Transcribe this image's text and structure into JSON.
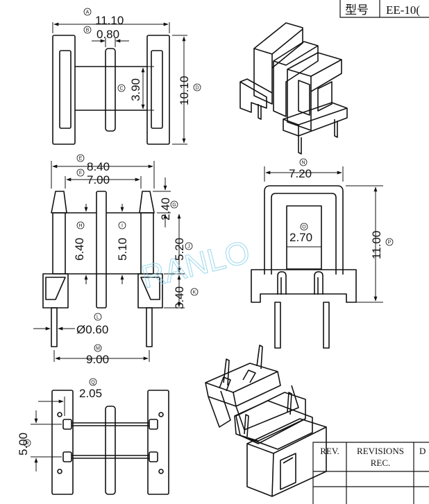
{
  "title_block": {
    "model_label": "型号",
    "model_value": "EE-10("
  },
  "revision_table": {
    "col_rev": "REV.",
    "col_revisions_line1": "REVISIONS",
    "col_revisions_line2": "REC.",
    "col_d": "D"
  },
  "watermark": "RANLO",
  "views": {
    "top": {
      "A_ref": "A",
      "A_value": "11.10",
      "B_ref": "B",
      "B_value": "0.80",
      "C_ref": "C",
      "C_value": "3.90",
      "D_ref": "D",
      "D_value": "10.10"
    },
    "front": {
      "E_ref": "E",
      "E_value": "8.40",
      "F_ref": "F",
      "F_value": "7.00",
      "G_ref": "G",
      "G_value": "2.40",
      "H_ref": "H",
      "H_value": "6.40",
      "I_ref": "I",
      "I_value": "5.10",
      "J_ref": "J",
      "J_value": "5.20",
      "K_ref": "K",
      "K_value": "3.40",
      "L_ref": "L",
      "L_value": "Ø0.60",
      "M_ref": "M",
      "M_value": "9.00"
    },
    "side": {
      "N_ref": "N",
      "N_value": "7.20",
      "O_ref": "O",
      "O_value": "2.70",
      "P_ref": "P",
      "P_value": "11.00"
    },
    "bottom": {
      "Q_ref": "Q",
      "Q_value": "2.05",
      "R_ref": "R",
      "R_value": "5.00"
    }
  }
}
